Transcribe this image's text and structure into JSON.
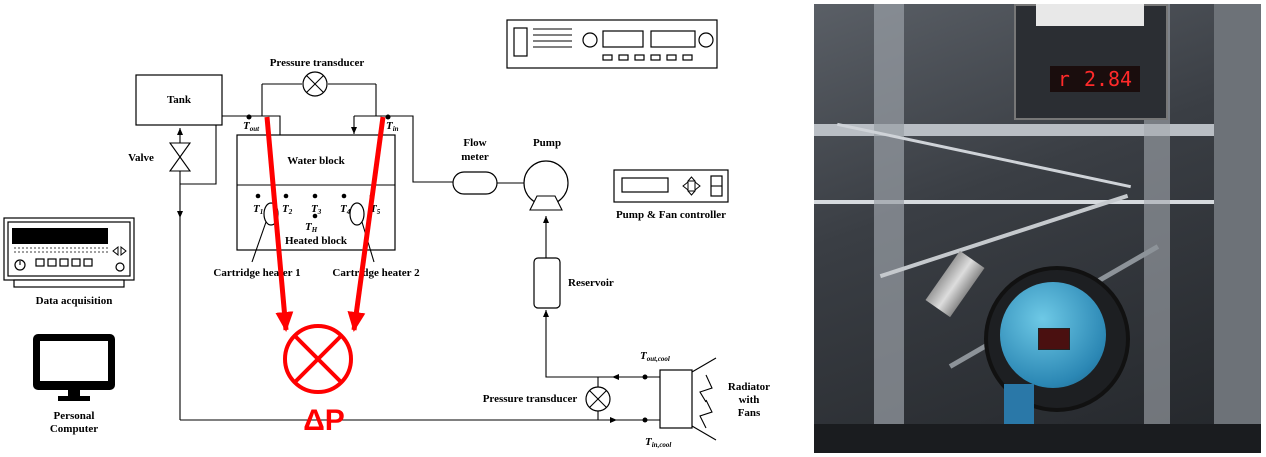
{
  "labels": {
    "pressure_transducer_top": "Pressure transducer",
    "tank": "Tank",
    "valve": "Valve",
    "water_block": "Water block",
    "heated_block": "Heated block",
    "cartridge_heater_1": "Cartridge heater 1",
    "cartridge_heater_2": "Cartridge heater 2",
    "flow_meter_line1": "Flow",
    "flow_meter_line2": "meter",
    "pump": "Pump",
    "pump_fan_controller": "Pump & Fan controller",
    "reservoir": "Reservoir",
    "data_acquisition": "Data acquisition",
    "personal_computer_line1": "Personal",
    "personal_computer_line2": "Computer",
    "pressure_transducer_bottom": "Pressure transducer",
    "radiator_line1": "Radiator",
    "radiator_line2": "with",
    "radiator_line3": "Fans",
    "delta_p": "ΔP"
  },
  "temps": {
    "t_out": {
      "base": "T",
      "sub": "out"
    },
    "t_in": {
      "base": "T",
      "sub": "in"
    },
    "t1": {
      "base": "T",
      "sub": "1"
    },
    "t2": {
      "base": "T",
      "sub": "2"
    },
    "t3": {
      "base": "T",
      "sub": "3"
    },
    "t4": {
      "base": "T",
      "sub": "4"
    },
    "t5": {
      "base": "T",
      "sub": "5"
    },
    "th": {
      "base": "T",
      "sub": "H"
    },
    "t_out_cool": {
      "base": "T",
      "sub": "out,cool"
    },
    "t_in_cool": {
      "base": "T",
      "sub": "in,cool"
    }
  },
  "photo": {
    "display_prefix": "r",
    "display_value": "2.84"
  },
  "colors": {
    "highlight": "#ff0000",
    "line": "#000000",
    "display": "#ff2a2a"
  }
}
